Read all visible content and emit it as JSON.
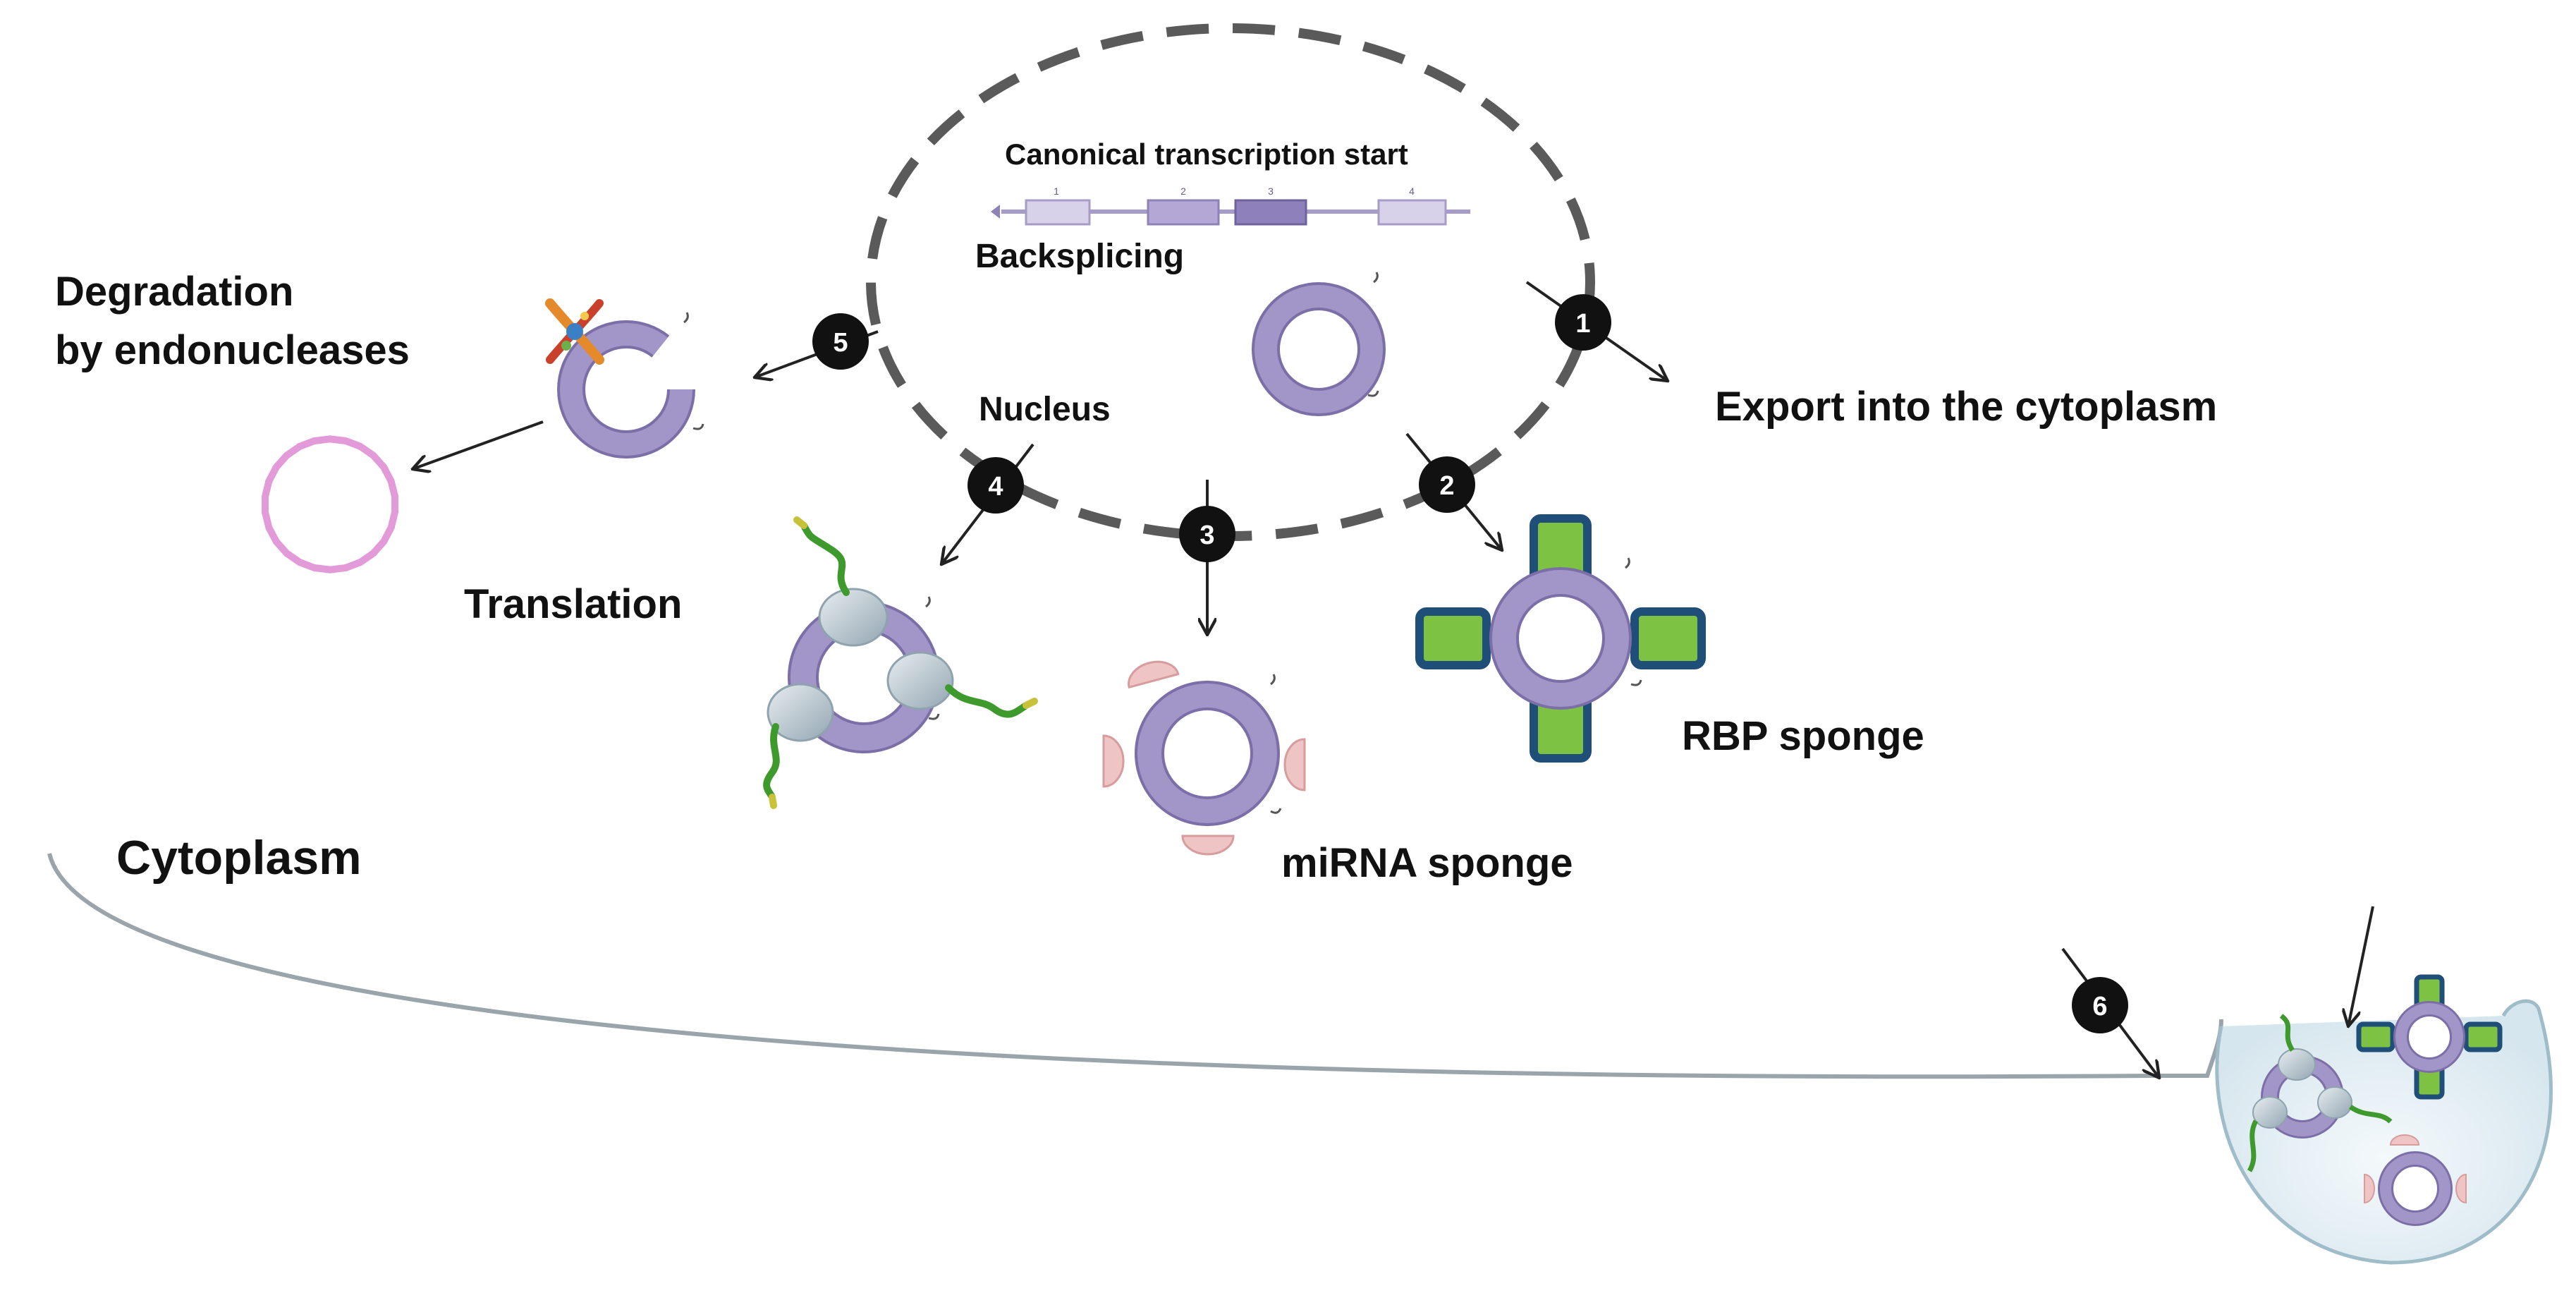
{
  "labels": {
    "canonical_start": "Canonical transcription start",
    "backsplicing": "Backsplicing",
    "nucleus": "Nucleus",
    "degradation_line1": "Degradation",
    "degradation_line2": "by endonucleases",
    "export": "Export into the cytoplasm",
    "translation": "Translation",
    "rbp_sponge": "RBP sponge",
    "mirna_sponge": "miRNA sponge",
    "cytoplasm": "Cytoplasm"
  },
  "exons": [
    "1",
    "2",
    "3",
    "4"
  ],
  "steps": [
    "1",
    "2",
    "3",
    "4",
    "5",
    "6"
  ],
  "colors": {
    "circrna_ring": "#9b8fbf",
    "circrna_ring_stroke": "#7c6ea6",
    "rbp_green": "#7dc242",
    "rbp_blue": "#1f4e79",
    "mirna_pink": "#e7a9a9",
    "ribosome": "#b9c7cf",
    "peptide_green": "#3f9a2e",
    "badge": "#111111",
    "nucleus_border": "#555555",
    "degraded_pink": "#e39ad8"
  },
  "icons": [
    "exon-gene-icon",
    "circrna-ring-icon",
    "endonuclease-scissors-icon",
    "ribosome-icon",
    "rbp-protein-icon",
    "mirna-icon",
    "exosome-vesicle-icon"
  ]
}
